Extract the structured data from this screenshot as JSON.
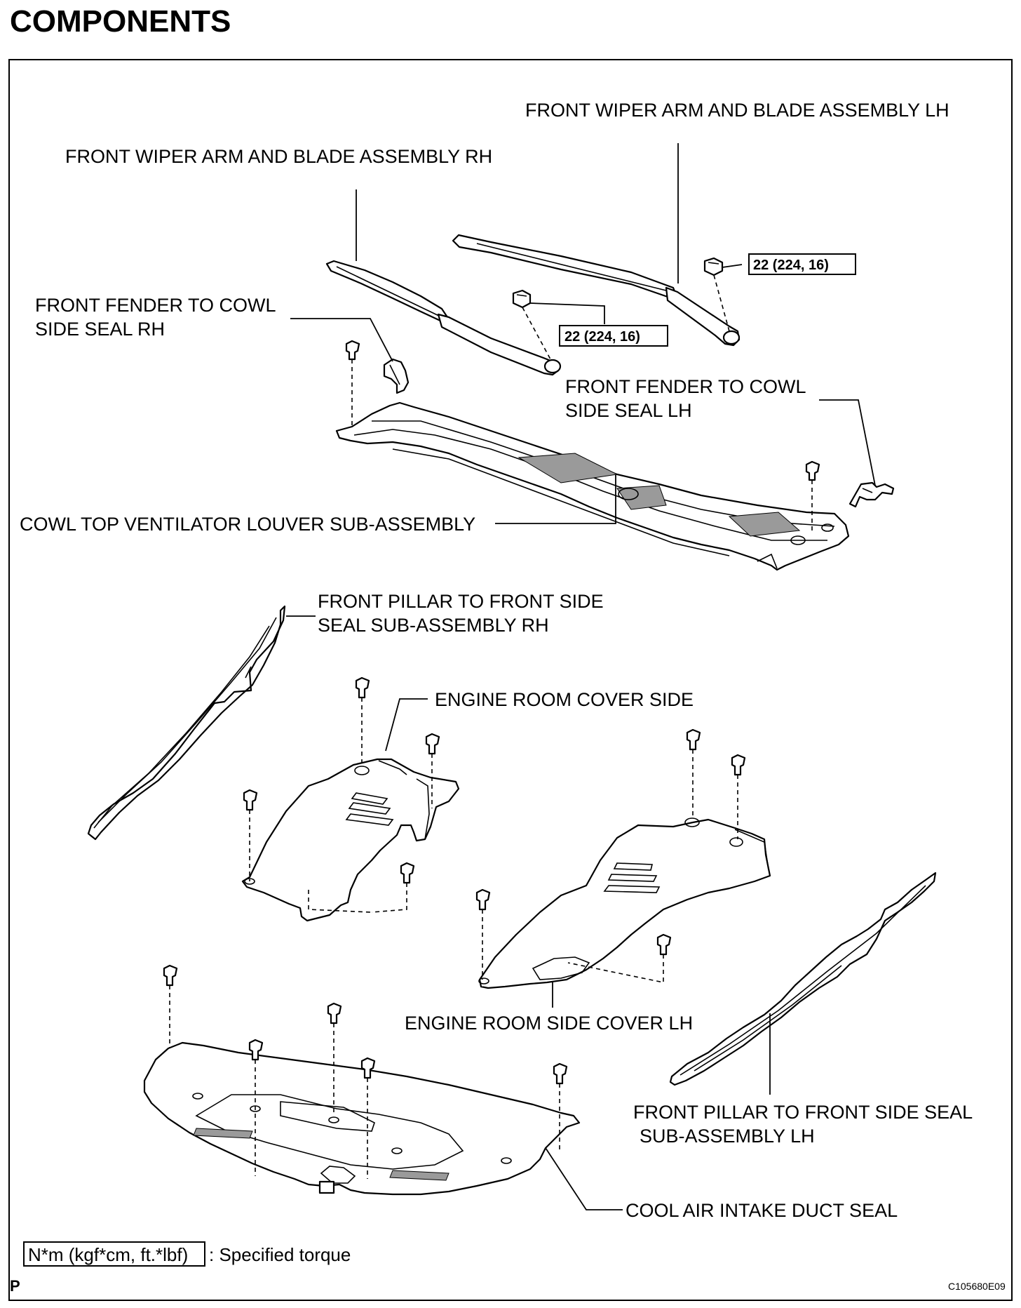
{
  "page": {
    "title": "COMPONENTS",
    "figure_code": "C105680E09",
    "page_marker": "P"
  },
  "labels": {
    "wiper_lh": "FRONT WIPER ARM AND BLADE ASSEMBLY LH",
    "wiper_rh": "FRONT WIPER ARM AND BLADE ASSEMBLY RH",
    "fender_seal_rh_1": "FRONT FENDER TO COWL",
    "fender_seal_rh_2": "SIDE SEAL RH",
    "fender_seal_lh_1": "FRONT FENDER TO COWL",
    "fender_seal_lh_2": "SIDE SEAL LH",
    "cowl_louver": "COWL TOP VENTILATOR LOUVER SUB-ASSEMBLY",
    "pillar_seal_rh_1": "FRONT PILLAR TO FRONT SIDE",
    "pillar_seal_rh_2": "SEAL SUB-ASSEMBLY RH",
    "engine_cover_side": "ENGINE ROOM COVER SIDE",
    "engine_cover_lh": "ENGINE ROOM SIDE COVER LH",
    "pillar_seal_lh_1": "FRONT PILLAR TO FRONT SIDE SEAL",
    "pillar_seal_lh_2": "SUB-ASSEMBLY LH",
    "intake_seal": "COOL AIR INTAKE DUCT SEAL"
  },
  "torques": {
    "wiper_lh_nut": "22 (224, 16)",
    "wiper_rh_nut": "22 (224, 16)"
  },
  "legend": {
    "unit_box": "N*m (kgf*cm, ft.*lbf)",
    "unit_desc": ": Specified torque"
  }
}
